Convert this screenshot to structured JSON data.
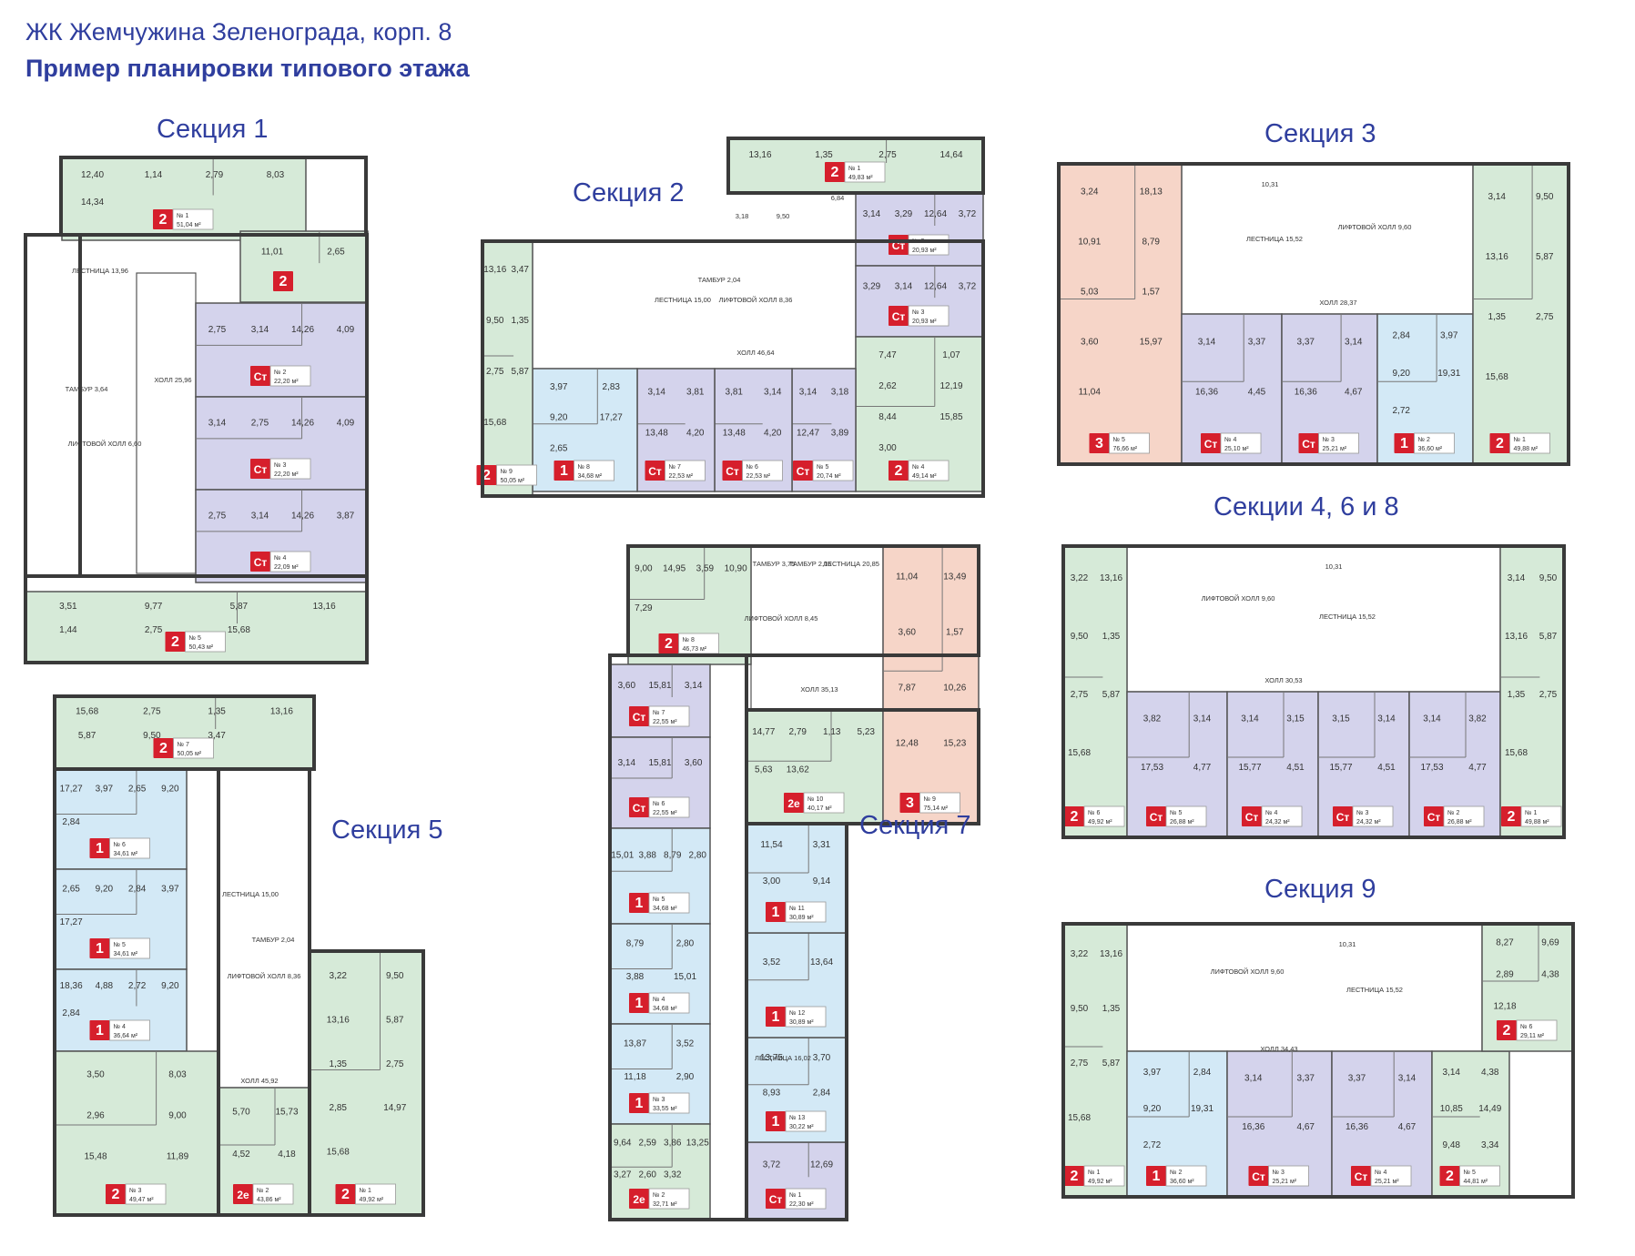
{
  "header": {
    "title": "ЖК Жемчужина Зеленограда, корп. 8",
    "subtitle": "Пример планировки типового этажа"
  },
  "colors": {
    "wall": "#3a3a3a",
    "room_2": "#d6ead8",
    "room_1": "#d3e9f6",
    "room_st": "#d4d3ec",
    "room_3": "#f6d5c8",
    "badge": "#d61f2c",
    "label": "#2f3e9e"
  },
  "sections": [
    {
      "label": "Секция 1",
      "apartments": [
        {
          "badge": "2",
          "num": "№ 1",
          "area": "51,04 м²",
          "rooms": [
            "12,40",
            "1,14",
            "2,79",
            "8,03",
            "14,34"
          ]
        },
        {
          "badge": "2",
          "num": "",
          "area": "",
          "rooms": [
            "11,01",
            "2,65"
          ]
        },
        {
          "badge": "Ст",
          "num": "№ 2",
          "area": "22,20 м²",
          "rooms": [
            "2,75",
            "3,14",
            "14,26",
            "4,09"
          ]
        },
        {
          "badge": "Ст",
          "num": "№ 3",
          "area": "22,20 м²",
          "rooms": [
            "3,14",
            "2,75",
            "14,26",
            "4,09"
          ]
        },
        {
          "badge": "Ст",
          "num": "№ 4",
          "area": "22,09 м²",
          "rooms": [
            "2,75",
            "3,14",
            "14,26",
            "3,87"
          ]
        },
        {
          "badge": "2",
          "num": "№ 5",
          "area": "50,43 м²",
          "rooms": [
            "3,51",
            "9,77",
            "5,87",
            "13,16",
            "1,44",
            "2,75",
            "15,68"
          ]
        }
      ],
      "common": [
        "ЛЕСТНИЦА 13,96",
        "ТАМБУР 3,64",
        "ЛИФТОВОЙ ХОЛЛ 6,60",
        "ХОЛЛ 25,96"
      ]
    },
    {
      "label": "Секция 2",
      "apartments": [
        {
          "badge": "2",
          "num": "№ 1",
          "area": "49,83 м²",
          "rooms": [
            "13,16",
            "1,35",
            "2,75",
            "14,64"
          ]
        },
        {
          "badge": "Ст",
          "num": "№ 2",
          "area": "20,93 м²",
          "rooms": [
            "3,14",
            "3,29",
            "12,64",
            "3,72"
          ]
        },
        {
          "badge": "Ст",
          "num": "№ 3",
          "area": "20,93 м²",
          "rooms": [
            "3,29",
            "3,14",
            "12,64",
            "3,72"
          ]
        },
        {
          "badge": "2",
          "num": "№ 4",
          "area": "49,14 м²",
          "rooms": [
            "7,47",
            "1,07",
            "2,62",
            "12,19",
            "8,44",
            "15,85",
            "3,00"
          ]
        },
        {
          "badge": "Ст",
          "num": "№ 5",
          "area": "20,74 м²",
          "rooms": [
            "3,14",
            "3,18",
            "12,47",
            "3,89"
          ]
        },
        {
          "badge": "Ст",
          "num": "№ 6",
          "area": "22,53 м²",
          "rooms": [
            "3,81",
            "3,14",
            "13,48",
            "4,20"
          ]
        },
        {
          "badge": "Ст",
          "num": "№ 7",
          "area": "22,53 м²",
          "rooms": [
            "3,14",
            "3,81",
            "13,48",
            "4,20"
          ]
        },
        {
          "badge": "1",
          "num": "№ 8",
          "area": "34,68 м²",
          "rooms": [
            "3,97",
            "2,83",
            "9,20",
            "17,27",
            "2,65"
          ]
        },
        {
          "badge": "2",
          "num": "№ 9",
          "area": "50,05 м²",
          "rooms": [
            "13,16",
            "3,47",
            "9,50",
            "1,35",
            "2,75",
            "5,87",
            "15,68"
          ]
        }
      ],
      "common": [
        "6,84",
        "3,18",
        "9,50",
        "ТАМБУР 2,04",
        "ЛЕСТНИЦА 15,00",
        "ЛИФТОВОЙ ХОЛЛ 8,36",
        "ХОЛЛ 46,64"
      ]
    },
    {
      "label": "Секция 3",
      "apartments": [
        {
          "badge": "3",
          "num": "№ 5",
          "area": "76,66 м²",
          "rooms": [
            "3,24",
            "18,13",
            "10,91",
            "8,79",
            "5,03",
            "1,57",
            "3,60",
            "15,97",
            "11,04"
          ]
        },
        {
          "badge": "Ст",
          "num": "№ 4",
          "area": "25,10 м²",
          "rooms": [
            "3,14",
            "3,37",
            "16,36",
            "4,45"
          ]
        },
        {
          "badge": "Ст",
          "num": "№ 3",
          "area": "25,21 м²",
          "rooms": [
            "3,37",
            "3,14",
            "16,36",
            "4,67"
          ]
        },
        {
          "badge": "1",
          "num": "№ 2",
          "area": "36,60 м²",
          "rooms": [
            "2,84",
            "3,97",
            "9,20",
            "19,31",
            "2,72"
          ]
        },
        {
          "badge": "2",
          "num": "№ 1",
          "area": "49,88 м²",
          "rooms": [
            "3,14",
            "9,50",
            "13,16",
            "5,87",
            "1,35",
            "2,75",
            "15,68"
          ]
        }
      ],
      "common": [
        "10,31",
        "ЛЕСТНИЦА 15,52",
        "ЛИФТОВОЙ ХОЛЛ 9,60",
        "ХОЛЛ 28,37"
      ]
    },
    {
      "label": "Секции 4, 6 и 8",
      "apartments": [
        {
          "badge": "2",
          "num": "№ 6",
          "area": "49,92 м²",
          "rooms": [
            "3,22",
            "13,16",
            "9,50",
            "1,35",
            "2,75",
            "5,87",
            "15,68"
          ]
        },
        {
          "badge": "Ст",
          "num": "№ 5",
          "area": "26,88 м²",
          "rooms": [
            "3,82",
            "3,14",
            "17,53",
            "4,77"
          ]
        },
        {
          "badge": "Ст",
          "num": "№ 4",
          "area": "24,32 м²",
          "rooms": [
            "3,14",
            "3,15",
            "15,77",
            "4,51"
          ]
        },
        {
          "badge": "Ст",
          "num": "№ 3",
          "area": "24,32 м²",
          "rooms": [
            "3,15",
            "3,14",
            "15,77",
            "4,51"
          ]
        },
        {
          "badge": "Ст",
          "num": "№ 2",
          "area": "26,88 м²",
          "rooms": [
            "3,14",
            "3,82",
            "17,53",
            "4,77"
          ]
        },
        {
          "badge": "2",
          "num": "№ 1",
          "area": "49,88 м²",
          "rooms": [
            "3,14",
            "9,50",
            "13,16",
            "5,87",
            "1,35",
            "2,75",
            "15,68"
          ]
        }
      ],
      "common": [
        "10,31",
        "ЛИФТОВОЙ ХОЛЛ 9,60",
        "ЛЕСТНИЦА 15,52",
        "ХОЛЛ 30,53"
      ]
    },
    {
      "label": "Секция 5",
      "apartments": [
        {
          "badge": "2",
          "num": "№ 7",
          "area": "50,05 м²",
          "rooms": [
            "15,68",
            "2,75",
            "1,35",
            "13,16",
            "5,87",
            "9,50",
            "3,47"
          ]
        },
        {
          "badge": "1",
          "num": "№ 6",
          "area": "34,61 м²",
          "rooms": [
            "17,27",
            "3,97",
            "2,65",
            "9,20",
            "2,84"
          ]
        },
        {
          "badge": "1",
          "num": "№ 5",
          "area": "34,61 м²",
          "rooms": [
            "2,65",
            "9,20",
            "2,84",
            "3,97",
            "17,27"
          ]
        },
        {
          "badge": "1",
          "num": "№ 4",
          "area": "36,64 м²",
          "rooms": [
            "18,36",
            "4,88",
            "2,72",
            "9,20",
            "2,84"
          ]
        },
        {
          "badge": "2",
          "num": "№ 3",
          "area": "49,47 м²",
          "rooms": [
            "3,50",
            "8,03",
            "2,96",
            "9,00",
            "15,48",
            "11,89"
          ]
        },
        {
          "badge": "2е",
          "num": "№ 2",
          "area": "43,86 м²",
          "rooms": [
            "5,70",
            "15,73",
            "4,52",
            "4,18"
          ]
        },
        {
          "badge": "2",
          "num": "№ 1",
          "area": "49,92 м²",
          "rooms": [
            "3,22",
            "9,50",
            "13,16",
            "5,87",
            "1,35",
            "2,75",
            "2,85",
            "14,97",
            "15,68"
          ]
        }
      ],
      "common": [
        "ЛЕСТНИЦА 15,00",
        "ТАМБУР 2,04",
        "ЛИФТОВОЙ ХОЛЛ 8,36",
        "ХОЛЛ 45,92"
      ]
    },
    {
      "label": "Секция 7",
      "apartments": [
        {
          "badge": "2",
          "num": "№ 8",
          "area": "46,73 м²",
          "rooms": [
            "9,00",
            "14,95",
            "3,59",
            "10,90",
            "7,29"
          ]
        },
        {
          "badge": "Ст",
          "num": "№ 7",
          "area": "22,55 м²",
          "rooms": [
            "3,60",
            "15,81",
            "3,14"
          ]
        },
        {
          "badge": "Ст",
          "num": "№ 6",
          "area": "22,55 м²",
          "rooms": [
            "3,14",
            "15,81",
            "3,60"
          ]
        },
        {
          "badge": "1",
          "num": "№ 5",
          "area": "34,68 м²",
          "rooms": [
            "15,01",
            "3,88",
            "8,79",
            "2,80"
          ]
        },
        {
          "badge": "1",
          "num": "№ 4",
          "area": "34,68 м²",
          "rooms": [
            "8,79",
            "2,80",
            "3,88",
            "15,01"
          ]
        },
        {
          "badge": "1",
          "num": "№ 3",
          "area": "33,55 м²",
          "rooms": [
            "13,87",
            "3,52",
            "11,18",
            "2,90"
          ]
        },
        {
          "badge": "2е",
          "num": "№ 2",
          "area": "32,71 м²",
          "rooms": [
            "9,64",
            "2,59",
            "3,86",
            "13,25",
            "3,27",
            "2,60",
            "3,32"
          ]
        },
        {
          "badge": "Ст",
          "num": "№ 1",
          "area": "22,30 м²",
          "rooms": [
            "3,72",
            "12,69"
          ]
        },
        {
          "badge": "1",
          "num": "№ 13",
          "area": "30,22 м²",
          "rooms": [
            "13,75",
            "3,70",
            "8,93",
            "2,84"
          ]
        },
        {
          "badge": "1",
          "num": "№ 12",
          "area": "30,89 м²",
          "rooms": [
            "3,52",
            "13,64"
          ]
        },
        {
          "badge": "1",
          "num": "№ 11",
          "area": "30,89 м²",
          "rooms": [
            "11,54",
            "3,31",
            "3,00",
            "9,14"
          ]
        },
        {
          "badge": "2е",
          "num": "№ 10",
          "area": "40,17 м²",
          "rooms": [
            "14,77",
            "2,79",
            "1,13",
            "5,23",
            "5,63",
            "13,62"
          ]
        },
        {
          "badge": "3",
          "num": "№ 9",
          "area": "75,14 м²",
          "rooms": [
            "11,04",
            "13,49",
            "3,60",
            "1,57",
            "7,87",
            "10,26",
            "12,48",
            "15,23"
          ]
        }
      ],
      "common": [
        "ТАМБУР 3,75",
        "ТАМБУР 2,16",
        "ЛИФТОВОЙ ХОЛЛ 8,45",
        "ЛЕСТНИЦА 20,85",
        "ХОЛЛ 35,13",
        "ЛЕСТНИЦА 16,02"
      ]
    },
    {
      "label": "Секция 9",
      "apartments": [
        {
          "badge": "2",
          "num": "№ 1",
          "area": "49,92 м²",
          "rooms": [
            "3,22",
            "13,16",
            "9,50",
            "1,35",
            "2,75",
            "5,87",
            "15,68"
          ]
        },
        {
          "badge": "1",
          "num": "№ 2",
          "area": "36,60 м²",
          "rooms": [
            "3,97",
            "2,84",
            "9,20",
            "19,31",
            "2,72"
          ]
        },
        {
          "badge": "Ст",
          "num": "№ 3",
          "area": "25,21 м²",
          "rooms": [
            "3,14",
            "3,37",
            "16,36",
            "4,67"
          ]
        },
        {
          "badge": "Ст",
          "num": "№ 4",
          "area": "25,21 м²",
          "rooms": [
            "3,37",
            "3,14",
            "16,36",
            "4,67"
          ]
        },
        {
          "badge": "2",
          "num": "№ 5",
          "area": "44,81 м²",
          "rooms": [
            "3,14",
            "4,38",
            "10,85",
            "14,49",
            "9,48",
            "3,34"
          ]
        },
        {
          "badge": "2",
          "num": "№ 6",
          "area": "29,11 м²",
          "rooms": [
            "8,27",
            "9,69",
            "2,89",
            "4,38",
            "12,18"
          ]
        }
      ],
      "common": [
        "10,31",
        "ЛИФТОВОЙ ХОЛЛ 9,60",
        "ЛЕСТНИЦА 15,52",
        "ХОЛЛ 34,43"
      ]
    }
  ]
}
